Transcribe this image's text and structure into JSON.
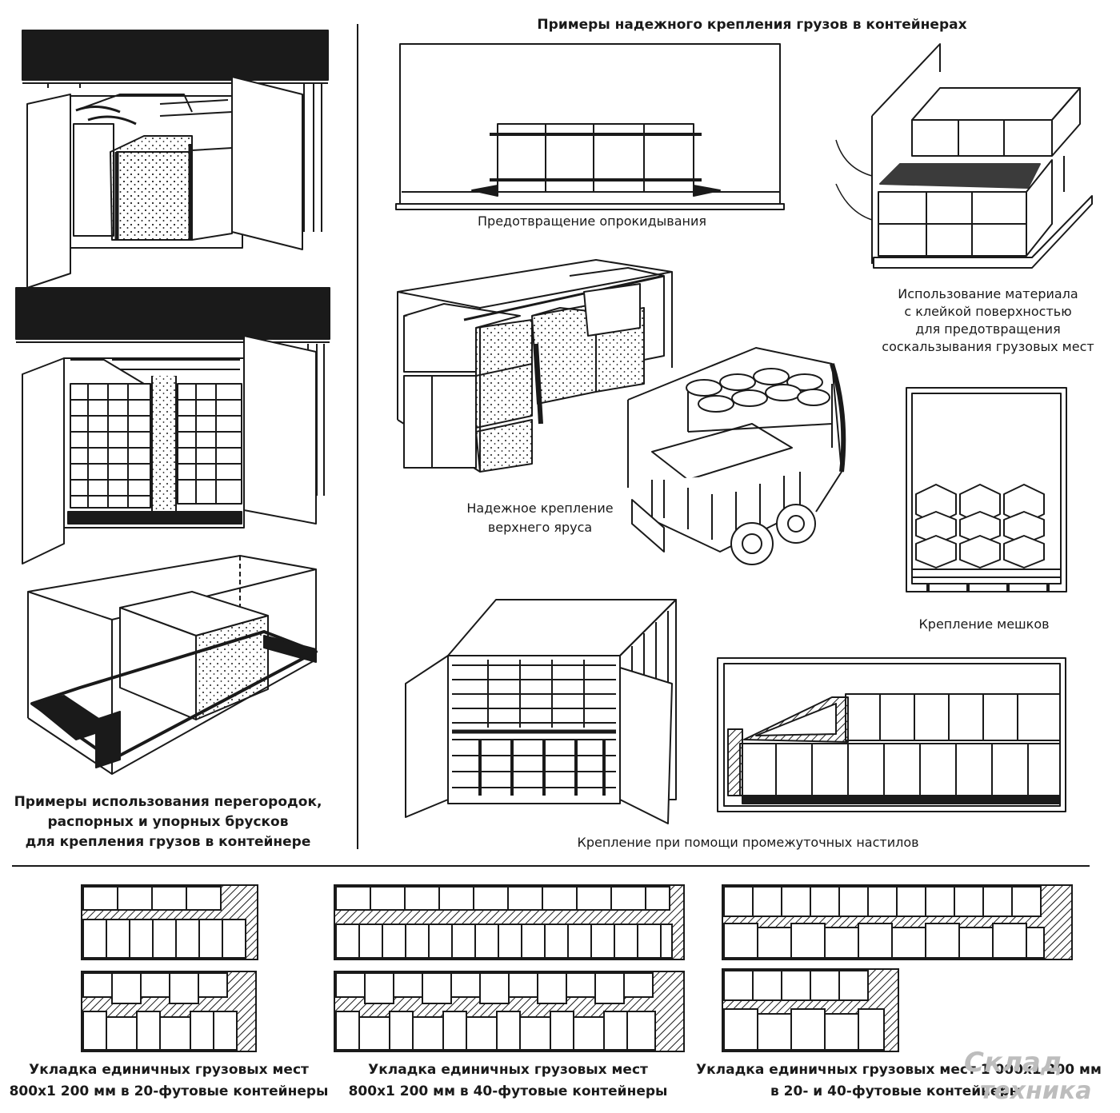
{
  "header": {
    "title": "Примеры надежного крепления грузов в контейнерах"
  },
  "left_column": {
    "caption_lines": [
      "Примеры использования перегородок,",
      "распорных и упорных брусков",
      "для крепления грузов в контейнере"
    ]
  },
  "illustrations": {
    "tip_over": {
      "caption": "Предотвращение опрокидывания"
    },
    "adhesive": {
      "caption_lines": [
        "Использование материала",
        "с клейкой поверхностью",
        "для предотвращения",
        "соскальзывания грузовых мест"
      ]
    },
    "top_tier": {
      "caption_lines": [
        "Надежное крепление",
        "верхнего яруса"
      ]
    },
    "bags": {
      "caption": "Крепление мешков"
    },
    "intermediate_decks": {
      "caption": "Крепление при помощи промежуточных настилов"
    }
  },
  "stowage_plans": [
    {
      "caption_lines": [
        "Укладка единичных грузовых мест",
        "800х1 200 мм в 20-футовые контейнеры"
      ]
    },
    {
      "caption_lines": [
        "Укладка единичных грузовых мест",
        "800х1 200 мм в 40-футовые контейнеры"
      ]
    },
    {
      "caption_lines": [
        "Укладка единичных грузовых мест 1 000х1 200 мм",
        "в 20- и 40-футовые контейнеры"
      ]
    }
  ],
  "watermark": {
    "line1": "Склад",
    "line2": "техника"
  },
  "colors": {
    "ink": "#1a1a1a",
    "paper": "#ffffff",
    "watermark": "#bdbdbd"
  }
}
